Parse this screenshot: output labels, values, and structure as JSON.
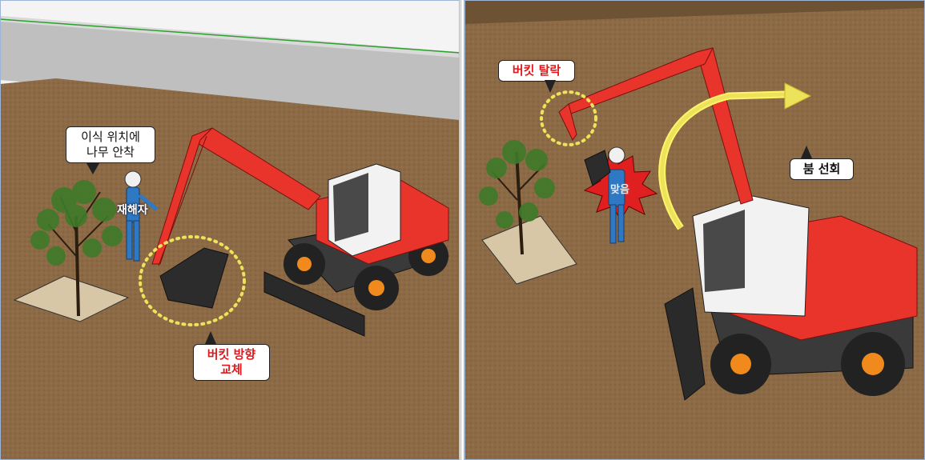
{
  "left": {
    "callout_transplant": [
      "이식 위치에",
      "나무 안착"
    ],
    "worker_label": "재해자",
    "callout_bucket_dir": [
      "버킷 방향",
      "교체"
    ]
  },
  "right": {
    "callout_bucket_drop": "버킷 탈락",
    "callout_boom_swing": "붐 선회",
    "impact_label": "맞음"
  },
  "colors": {
    "ground": "#8a6a45",
    "excavator_red": "#e8342a",
    "highlight_yellow": "#ece35a",
    "callout_red_text": "#e0191d",
    "panel_border": "#9db5d6"
  }
}
